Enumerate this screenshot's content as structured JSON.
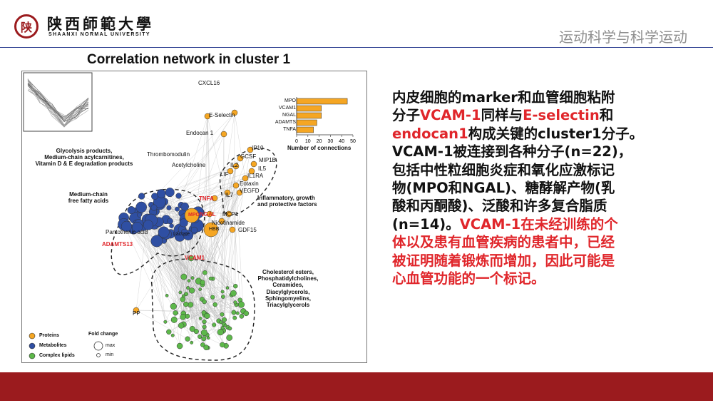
{
  "header": {
    "logo_cn": "陕西師範大學",
    "logo_en": "SHAANXI NORMAL UNIVERSITY",
    "logo_seal_char": "陕",
    "right_title": "运动科学与科学运动"
  },
  "figure": {
    "title": "Correlation network in cluster 1",
    "bar_chart": {
      "categories": [
        "MPO",
        "VCAM1",
        "NGAL",
        "ADAMTS",
        "TNFA"
      ],
      "values": [
        45,
        22,
        22,
        18,
        15
      ],
      "xticks": [
        "0",
        "10",
        "20",
        "30",
        "40",
        "50"
      ],
      "xlabel": "Number of connections",
      "bar_color": "#f5a623"
    },
    "labels": {
      "cxcl16": "CXCL16",
      "eselectin": "E-Selectin",
      "endocan": "Endocan 1",
      "thrombomodulin": "Thrombomodulin",
      "acetylcholine": "Acetylcholine",
      "glycolysis": "Glycolysis products,\nMedium-chain acylcarnitines,\nVitamin D & E degradation products",
      "medium_chain": "Medium-chain\nfree fatty acids",
      "tnfa": "TNFA",
      "ngal": "NGAL",
      "mpo": "MPO",
      "mcp1": "MCP1",
      "nicotinamide": "Nicotinamide",
      "hbb": "HBB",
      "gdf15": "GDF15",
      "pantothenic": "Pantothenic acid",
      "lactate": "Lactate",
      "adamts13": "ADAMTS13",
      "vcam1": "VCAM1",
      "ip10": "IP10",
      "gcsf": "GCSF",
      "mip1b": "MIP1B",
      "il2": "IL2",
      "il5": "IL5",
      "il1ra": "IL1RA",
      "lif": "LIF",
      "eotaxin": "Eotaxin",
      "vegfd": "VEGFD",
      "il7": "IL7",
      "inflammatory": "Inflammatory, growth\nand protective factors",
      "lipids": "Cholesterol esters,\nPhosphatidylcholines,\nCeramides,\nDiacylglycerols,\nSphingomyelins,\nTriacylglycerols",
      "pp": "PP"
    },
    "legend": {
      "proteins": "Proteins",
      "metabolites": "Metabolites",
      "complex_lipids": "Complex lipids",
      "fold_change": "Fold change",
      "max": "max",
      "min": "min"
    },
    "colors": {
      "proteins": "#f5a623",
      "metabolites": "#2f4fa3",
      "complex_lipids": "#5db84a",
      "highlight_red": "#e0262b"
    }
  },
  "body": {
    "l1": "内皮细胞的marker和血管细胞粘附",
    "l2a": "分子",
    "l2b": "VCAM-1",
    "l2c": "同样与",
    "l2d": "E-selectin",
    "l2e": "和",
    "l3a": "endocan1",
    "l3b": "构成关键的cluster1分子。",
    "l4": "VCAM-1被连接到各种分子(n=22)，",
    "l5": "包括中性粒细胞炎症和氧化应激标记",
    "l6": "物(MPO和NGAL)、糖酵解产物(乳",
    "l7": "酸和丙酮酸)、泛酸和许多复合脂质",
    "l8a": "(n=14)。",
    "l8b": "VCAM-1在未经训练的个",
    "l9": "体以及患有血管疾病的患者中，已经",
    "l10": "被证明随着锻炼而增加，因此可能是",
    "l11": "心血管功能的一个标记。"
  },
  "colors": {
    "brand_red": "#9b1b1e",
    "header_line": "#2c3e91",
    "highlight": "#e0262b"
  }
}
